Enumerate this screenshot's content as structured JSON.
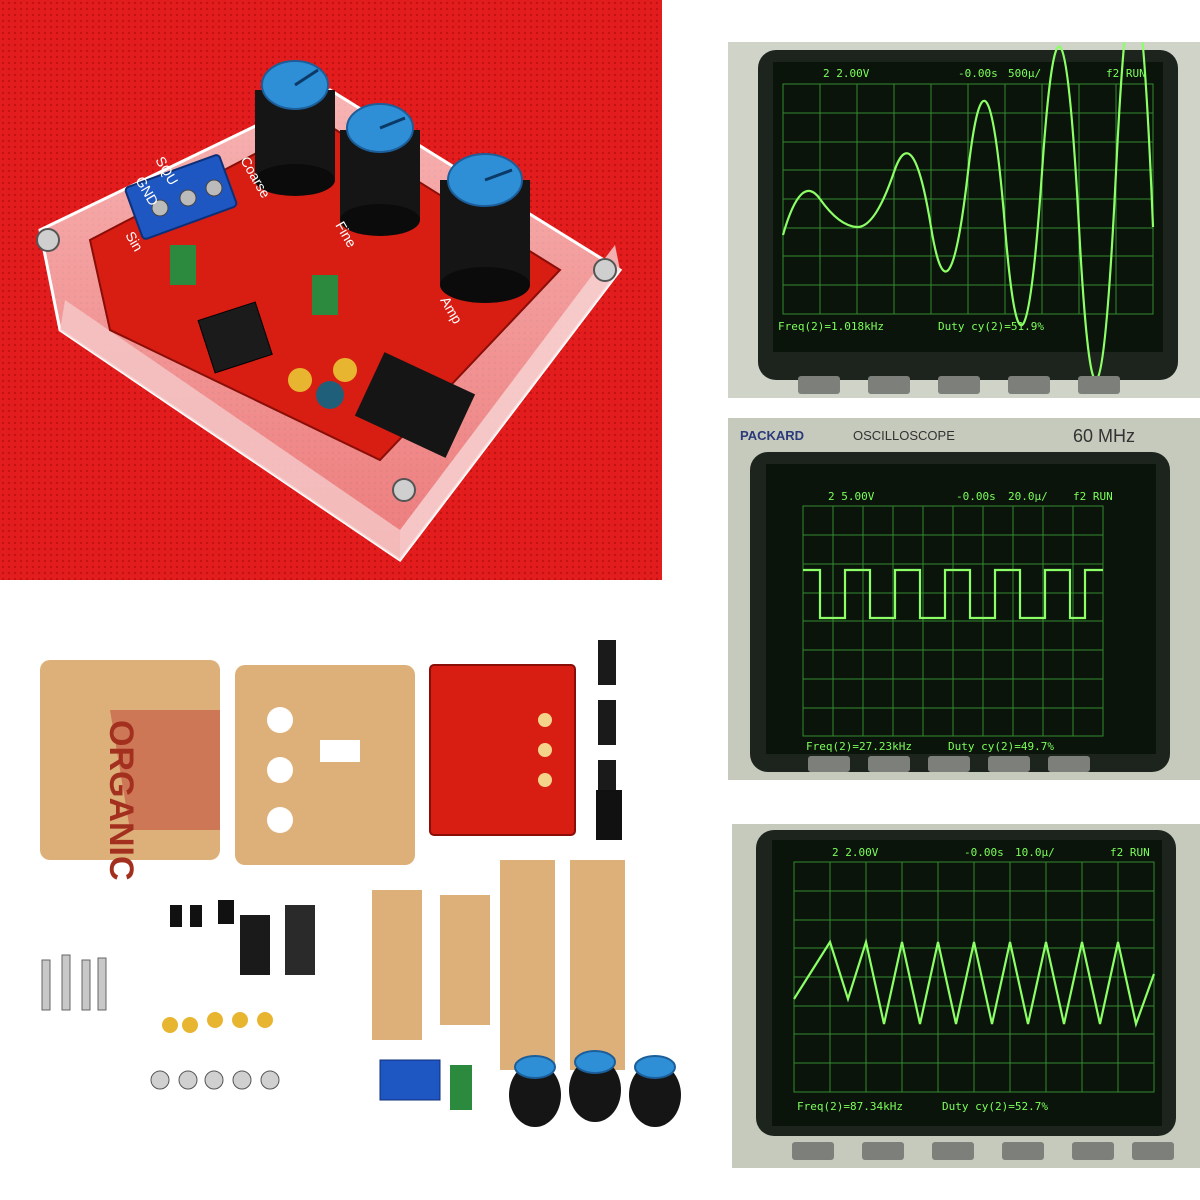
{
  "product_photo": {
    "module_labels": {
      "sq": "SQU",
      "gnd": "GND",
      "sin": "Sin",
      "fine": "Fine",
      "coarse": "Coarse",
      "amp": "Amp"
    }
  },
  "scopes": [
    {
      "top_left": "2 2.00V",
      "top_mid": "-0.00s",
      "top_right": "500µ/",
      "run": "f2 RUN",
      "freq": "Freq(2)=1.018kHz",
      "duty": "Duty cy(2)=51.9%",
      "waveform": "sine"
    },
    {
      "brand_left": "PACKARD",
      "brand_mid": "OSCILLOSCOPE",
      "brand_right": "60 MHz",
      "top_left": "2 5.00V",
      "top_mid": "-0.00s",
      "top_right": "20.0µ/",
      "run": "f2 RUN",
      "freq": "Freq(2)=27.23kHz",
      "duty": "Duty cy(2)=49.7%",
      "waveform": "square"
    },
    {
      "top_left": "2 2.00V",
      "top_mid": "-0.00s",
      "top_right": "10.0µ/",
      "run": "f2 RUN",
      "freq": "Freq(2)=87.34kHz",
      "duty": "Duty cy(2)=52.7%",
      "waveform": "triangle"
    }
  ],
  "kit_photo": {
    "film_text": "ORGANIC"
  },
  "colors": {
    "backdrop_red": "#e21b1b",
    "trace_green": "#7cff5a",
    "knob_blue": "#2f8fd6",
    "pcb_red": "#d81d12",
    "acrylic_amber": "#d9a76a"
  }
}
